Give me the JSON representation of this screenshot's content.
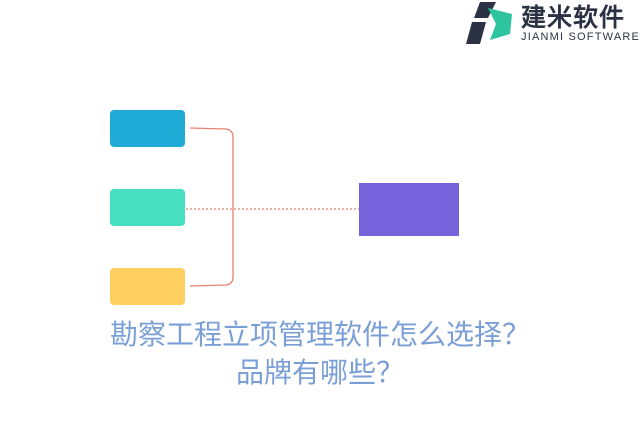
{
  "logo": {
    "name": "建米软件",
    "subtitle": "JIANMI SOFTWARE",
    "colors": {
      "dark": "#2a3244",
      "green": "#2ec4a0"
    }
  },
  "diagram": {
    "boxes": [
      {
        "color": "#1fabd6"
      },
      {
        "color": "#46e0c0"
      },
      {
        "color": "#ffcf5f"
      }
    ],
    "target_color": "#7662da",
    "connector_color": "#e8806e"
  },
  "title": {
    "line1": "勘察工程立项管理软件怎么选择？",
    "line2": "品牌有哪些？"
  }
}
